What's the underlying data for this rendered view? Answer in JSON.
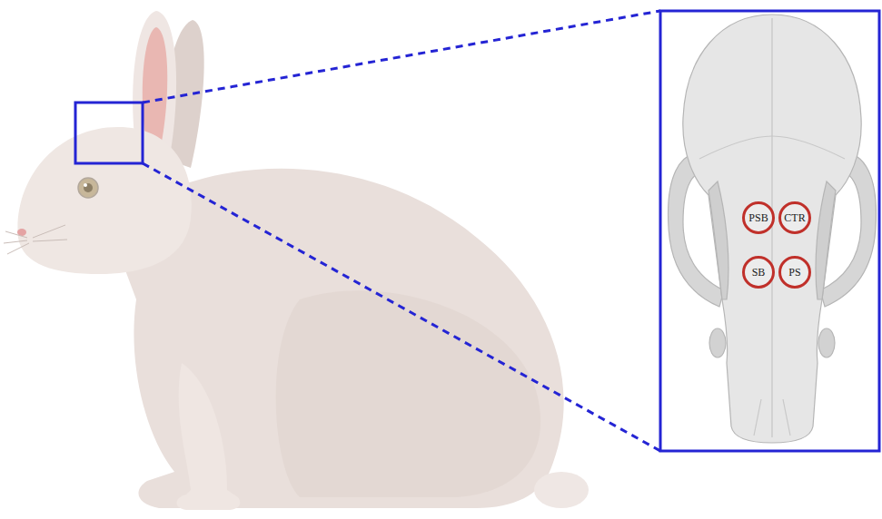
{
  "diagram": {
    "nodes": [
      {
        "text": [
          "PSB"
        ]
      },
      {
        "text": [
          "CTR"
        ]
      },
      {
        "text": [
          "SB"
        ]
      },
      {
        "text": [
          "PS"
        ]
      }
    ]
  }
}
